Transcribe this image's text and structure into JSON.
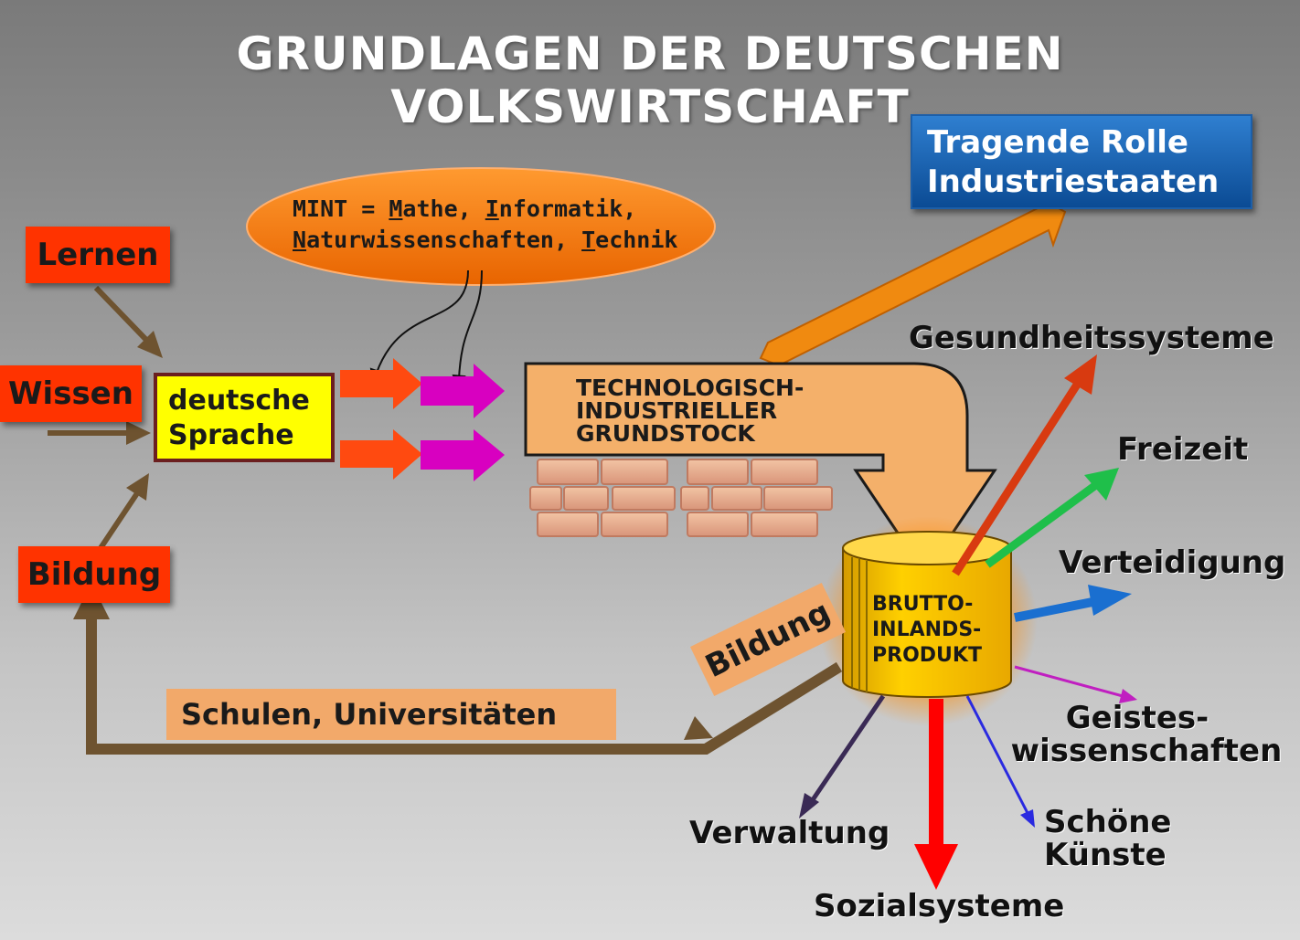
{
  "title": "GRUNDLAGEN DER DEUTSCHEN VOLKSWIRTSCHAFT",
  "inputs": {
    "lernen": "Lernen",
    "wissen": "Wissen",
    "bildung": "Bildung"
  },
  "sprache": [
    "deutsche",
    "Sprache"
  ],
  "mint": {
    "prefix": "MINT = ",
    "words": [
      {
        "initial": "M",
        "rest": "athe, "
      },
      {
        "initial": "I",
        "rest": "nformatik,"
      },
      {
        "initial": "N",
        "rest": "aturwissenschaften, "
      },
      {
        "initial": "T",
        "rest": "echnik"
      }
    ]
  },
  "tragende_rolle": [
    "Tragende Rolle",
    "Industriestaaten"
  ],
  "grundstock": [
    "TECHNOLOGISCH-",
    "INDUSTRIELLER",
    "GRUNDSTOCK"
  ],
  "bip": [
    "BRUTTO-",
    "INLANDS-",
    "PRODUKT"
  ],
  "outputs": {
    "gesundheit": "Gesundheitssysteme",
    "freizeit": "Freizeit",
    "verteidigung": "Verteidigung",
    "geistes_1": "Geistes-",
    "geistes_2": "wissenschaften",
    "schoene_1": "Schöne",
    "schoene_2": "Künste",
    "sozial": "Sozialsysteme",
    "verwaltung": "Verwaltung"
  },
  "feedback": {
    "bildung": "Bildung",
    "schulen": "Schulen, Universitäten"
  },
  "colors": {
    "input_box": "#ff3300",
    "sprache_box": "#ffff00",
    "mint_ellipse": "#ff7a00",
    "tragende_box": "#0b4b94",
    "grundstock_arrow": "#f4b06a",
    "bip_barrel": "#ffc400",
    "brown_arrow": "#6e5330",
    "arrow_gesundheit": "#d83a10",
    "arrow_freizeit": "#1fbf4a",
    "arrow_verteidigung": "#1a6fd0",
    "arrow_geistes": "#c01fc0",
    "arrow_schoene": "#2a2ae0",
    "arrow_sozial": "#ff0000",
    "arrow_verwaltung": "#3a2a55"
  }
}
